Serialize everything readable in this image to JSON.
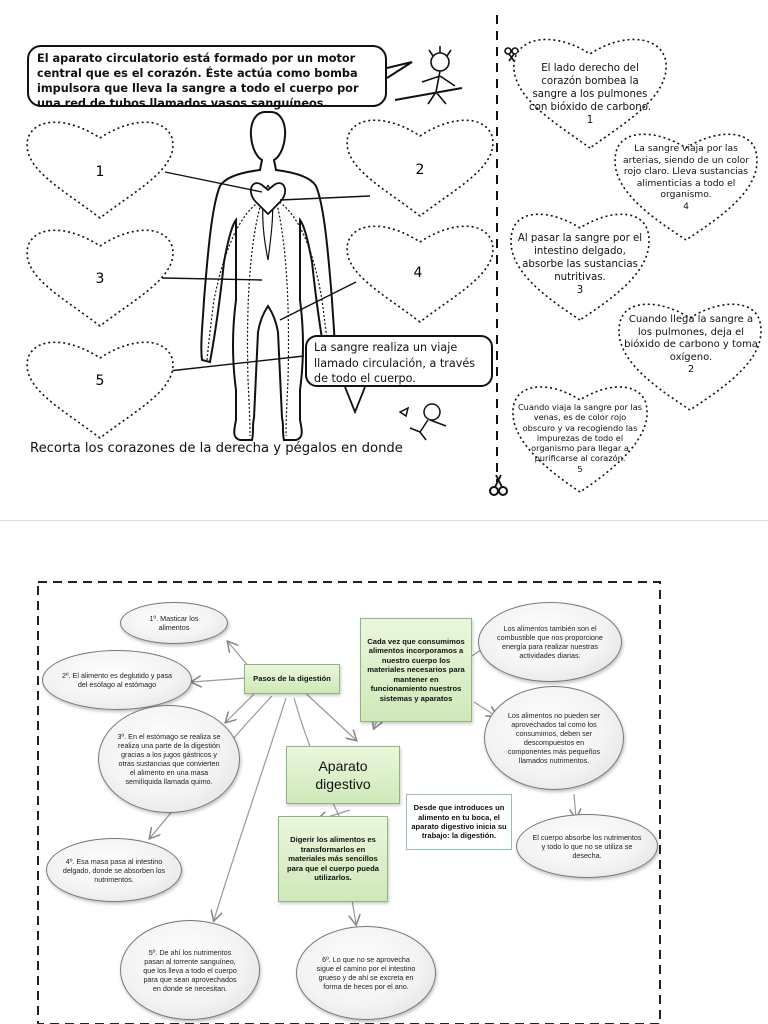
{
  "worksheet": {
    "intro": "El aparato circulatorio está formado por un motor central que es el corazón. Éste actúa como bomba impulsora que lleva la sangre a todo el cuerpo por una red de tubos llamados vasos sanguíneos.",
    "circulation_bubble": "La sangre realiza un viaje llamado circulación, a través de todo el cuerpo.",
    "instruction": "Recorta los corazones de la derecha y pégalos en donde",
    "empty_heart_numbers": [
      "1",
      "2",
      "3",
      "4",
      "5"
    ],
    "cutout_hearts": [
      {
        "text": "El lado derecho del corazón bombea la sangre a los pulmones con bióxido de carbono.",
        "number": "1"
      },
      {
        "text": "La sangre viaja por las arterias, siendo de un color rojo claro. Lleva sustancias alimenticias a todo el organismo.",
        "number": "4"
      },
      {
        "text": "Al pasar la sangre por el intestino delgado, absorbe las sustancias nutritivas.",
        "number": "3"
      },
      {
        "text": "Cuando llega la sangre a los pulmones, deja el bióxido de carbono y toma oxígeno.",
        "number": "2"
      },
      {
        "text": "Cuando viaja la sangre por las venas, es de color rojo obscuro y va recogiendo las impurezas de todo el organismo para llegar a purificarse al corazón.",
        "number": "5"
      }
    ]
  },
  "concept_map": {
    "center": "Aparato digestivo",
    "steps_box": "Pasos de la digestión",
    "steps": [
      "1º. Masticar los alimentos",
      "2º. El alimento es deglutido y pasa del esófago al estómago",
      "3º. En el estómago se realiza se realiza una parte de la digestión gracias a los jugos gástricos y otras sustancias que convierten el alimento en una masa semilíquida llamada quimo.",
      "4º. Esa masa pasa al intestino delgado, donde se absorben los nutrimentos.",
      "5º. De ahí los nutrimentos pasan al torrente sanguíneo, que los lleva a todo el cuerpo para que sean aprovechados en donde se necesitan.",
      "6º. Lo que no se aprovecha sigue el camino por el intestino grueso y de ahí se excreta en forma de heces por el ano."
    ],
    "incorporate_box": "Cada vez que consumimos alimentos incorporamos a nuestro cuerpo los materiales necesarios para mantener en funcionamiento nuestros sistemas y aparatos",
    "fuel_note": "Los alimentos también son el combustible que nos proporcione energía para realizar nuestras actividades diarias.",
    "cannot_use_note": "Los alimentos no pueden ser aprovechados tal como los consumimos, deben ser descompuestos en componentes más pequeños llamados nutrimentos.",
    "digestion_start_box": "Desde que introduces un alimento en tu boca, el aparato digestivo inicia su trabajo: la digestión.",
    "absorbs_note": "El cuerpo absorbe los nutrimentos y todo lo que no se utiliza se desecha.",
    "digest_box": "Digerir los alimentos es transformarlos en materiales más sencillos para que el cuerpo pueda utilizarlos.",
    "colors": {
      "box_green": "#d6ecc4",
      "box_border": "#8fb57f",
      "ellipse_border": "#777777"
    }
  }
}
